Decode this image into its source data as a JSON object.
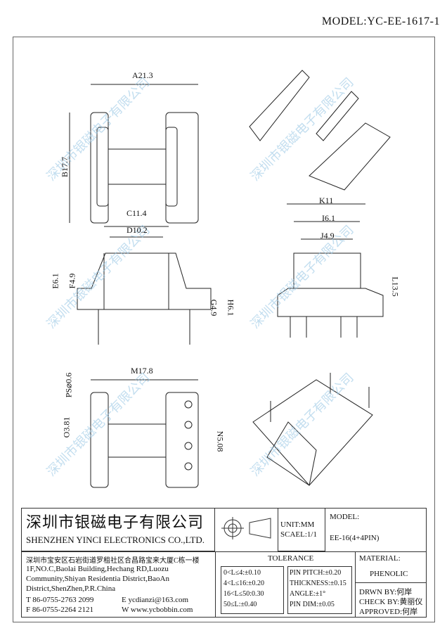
{
  "model_header": "MODEL:YC-EE-1617-1",
  "watermark": "深圳市银磁电子有限公司",
  "dimensions": {
    "A": "A21.3",
    "B": "B17.7",
    "C": "C11.4",
    "D": "D10.2",
    "E": "E6.1",
    "F": "F4.9",
    "G": "G4.9",
    "H": "H6.1",
    "K": "K11",
    "I": "I6.1",
    "J": "J4.9",
    "L": "L13.5",
    "M": "M17.8",
    "P": "PS⌀0.6",
    "O": "O3.81",
    "N": "N5.08"
  },
  "title_block": {
    "company_cn": "深圳市银磁电子有限公司",
    "company_en": "SHENZHEN YINCI ELECTRONICS CO.,LTD.",
    "unit": "UNIT:MM",
    "scale": "SCAEL:1/1",
    "model_label": "MODEL:",
    "model_value": "EE-16(4+4PIN)",
    "address_cn": "深圳市宝安区石岩街道罗租社区合昌路宝来大厦C栋一楼",
    "address_en": [
      "1F,NO.C,Baolai Building,Hechang RD,Luozu",
      "Community,Shiyan Residentia District,BaoAn",
      "District,ShenZhen,P.R.China"
    ],
    "phone": "T 86-0755-2763 2099",
    "fax": "F 86-0755-2264 2121",
    "email": "E ycdianzi@163.com",
    "web": "W www.ycbobbin.com",
    "tolerance_title": "TOLERANCE",
    "tolerance_left": [
      "0<L≤4:±0.10",
      "4<L≤16:±0.20",
      "16<L≤50:0.30",
      "50≤L:±0.40"
    ],
    "tolerance_right": [
      "PIN PITCH:±0.20",
      "THICKNESS:±0.15",
      "ANGLE:±1°",
      "PIN DIM:±0.05"
    ],
    "material_label": "MATERIAL:",
    "material_value": "PHENOLIC",
    "drawn": "DRWN BY:何岸",
    "check": "CHECK BY:黄丽仪",
    "approved": "APPROVED:何岸"
  }
}
